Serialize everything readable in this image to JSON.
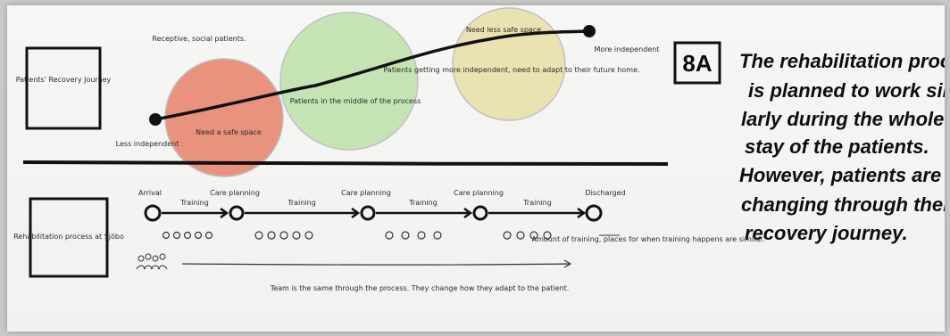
{
  "top": {
    "box_label": "Patients' Recovery Journey",
    "caption_top": "Receptive, social patients.",
    "circle_left_label": "Need a safe space",
    "circle_middle_label": "Patients in the middle of the process",
    "circle_right_heading": "Need less safe space",
    "circle_right_body": "Patients getting more independent, need to adapt to their future home.",
    "start_label": "Less independent",
    "end_label": "More independent",
    "colors": {
      "left": "#e8826a",
      "middle": "#b6dfa0",
      "right": "#e7dc9c"
    }
  },
  "tag": "8A",
  "statement": [
    "The rehabilitation process",
    "is planned to work simi-",
    "larly during the whole",
    "stay of the patients.",
    "However, patients are",
    "changing through their",
    "recovery journey."
  ],
  "bottom": {
    "box_label": "Rehabilitation process at Sjöbo",
    "start_label": "Arrival",
    "end_label": "Discharged",
    "node_labels": [
      "Care planning",
      "Care planning",
      "Care planning"
    ],
    "segment_labels": [
      "Training",
      "Training",
      "Training",
      "Training"
    ],
    "amount_note": "Amount of training, places for when training happens are similar.",
    "team_note": "Team is the same through the process. They change how they adapt to the patient."
  }
}
